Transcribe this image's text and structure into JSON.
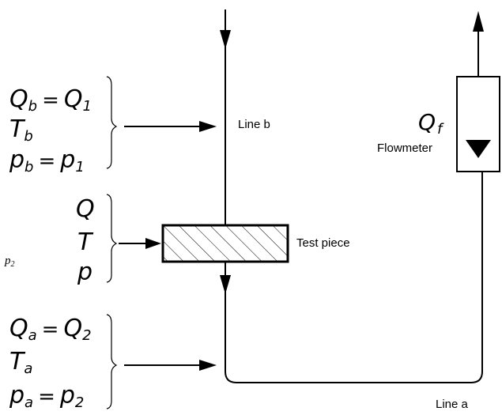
{
  "group_b": {
    "line1": {
      "main": "Q",
      "sub": "b",
      "eq": "=",
      "main2": "Q",
      "sub2": "1"
    },
    "line2": {
      "main": "T",
      "sub": "b"
    },
    "line3": {
      "main": "p",
      "sub": "b",
      "eq": "=",
      "main2": "p",
      "sub2": "1"
    }
  },
  "group_mid": {
    "line1": {
      "main": "Q"
    },
    "line2": {
      "main": "T"
    },
    "line3": {
      "main": "p"
    }
  },
  "group_a": {
    "line1": {
      "main": "Q",
      "sub": "a",
      "eq": "=",
      "main2": "Q",
      "sub2": "2"
    },
    "line2": {
      "main": "T",
      "sub": "a"
    },
    "line3": {
      "main": "p",
      "sub": "a",
      "eq": "=",
      "main2": "p",
      "sub2": "2"
    }
  },
  "stray_label": {
    "main": "p",
    "sub": "2"
  },
  "labels": {
    "line_b": "Line b",
    "line_a": "Line a",
    "test_piece": "Test piece",
    "flowmeter": "Flowmeter",
    "flowmeter_symbol": {
      "main": "Q",
      "sub": "f"
    }
  }
}
